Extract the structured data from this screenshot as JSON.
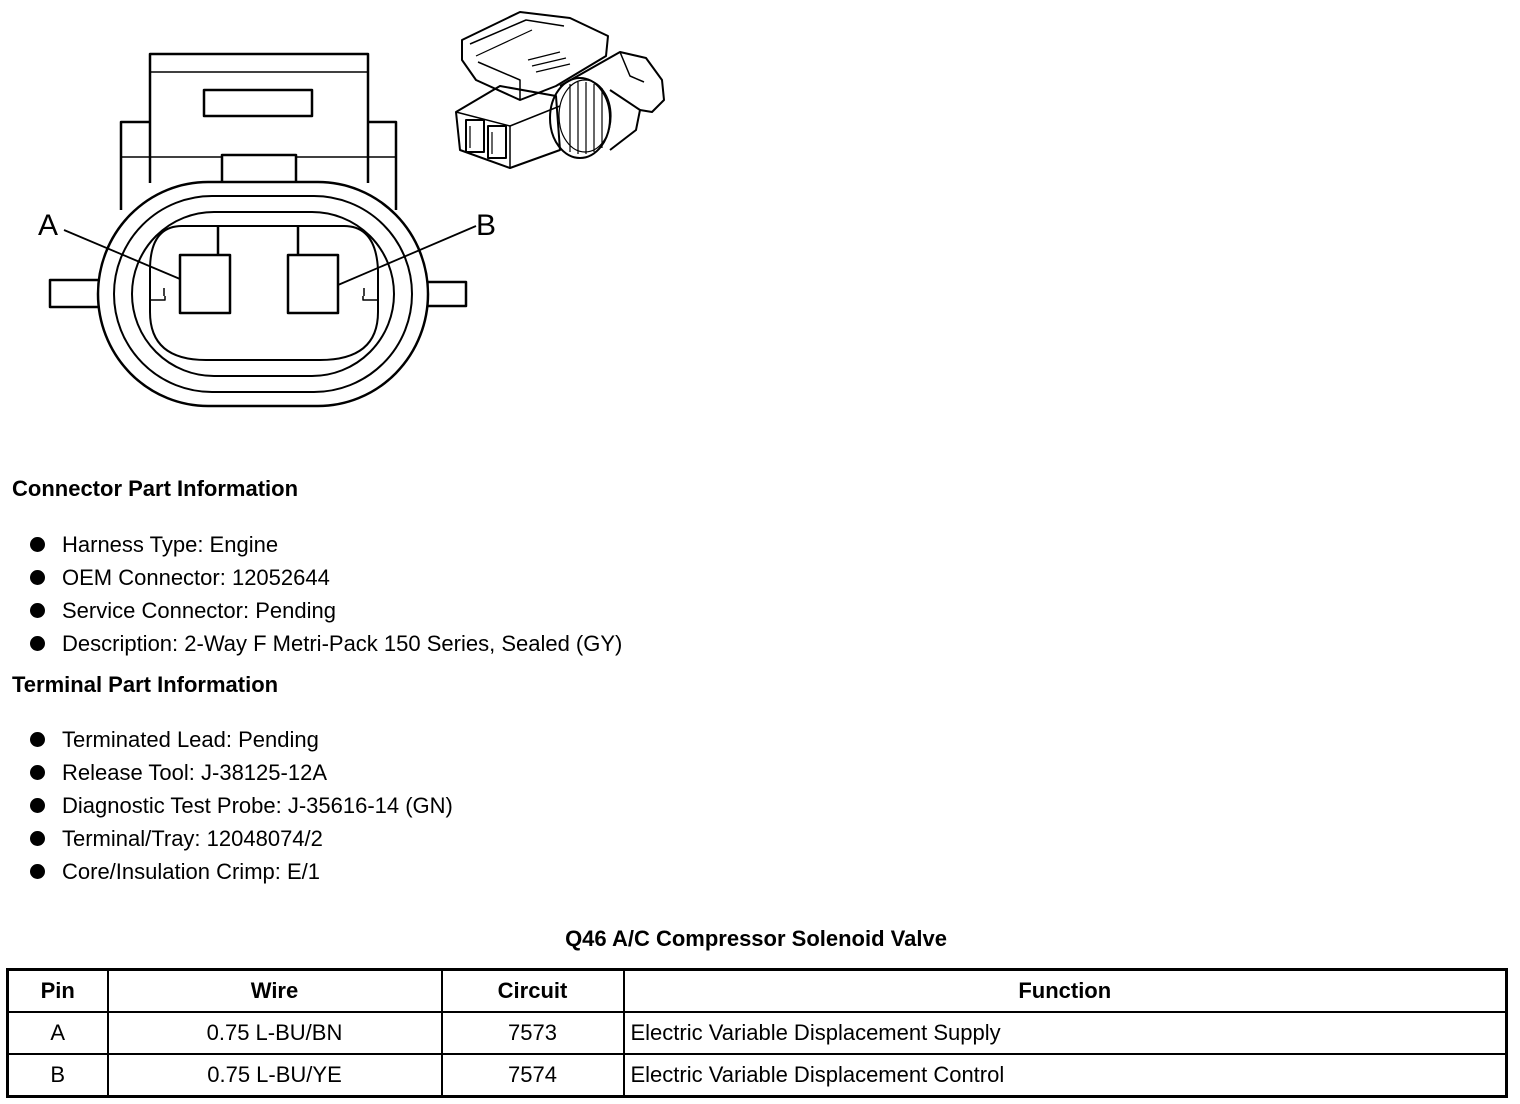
{
  "connector_diagram": {
    "pin_labels": [
      "A",
      "B"
    ]
  },
  "connector_section": {
    "heading": "Connector Part Information",
    "items": [
      "Harness Type: Engine",
      "OEM Connector: 12052644",
      "Service Connector: Pending",
      "Description: 2-Way F Metri-Pack 150 Series, Sealed (GY)"
    ]
  },
  "terminal_section": {
    "heading": "Terminal Part Information",
    "items": [
      "Terminated Lead: Pending",
      "Release Tool: J-38125-12A",
      "Diagnostic Test Probe: J-35616-14 (GN)",
      "Terminal/Tray: 12048074/2",
      "Core/Insulation Crimp: E/1"
    ]
  },
  "pinout_table": {
    "title": "Q46 A/C Compressor Solenoid Valve",
    "headers": [
      "Pin",
      "Wire",
      "Circuit",
      "Function"
    ],
    "rows": [
      [
        "A",
        "0.75 L-BU/BN",
        "7573",
        "Electric Variable Displacement Supply"
      ],
      [
        "B",
        "0.75 L-BU/YE",
        "7574",
        "Electric Variable Displacement Control"
      ]
    ]
  }
}
